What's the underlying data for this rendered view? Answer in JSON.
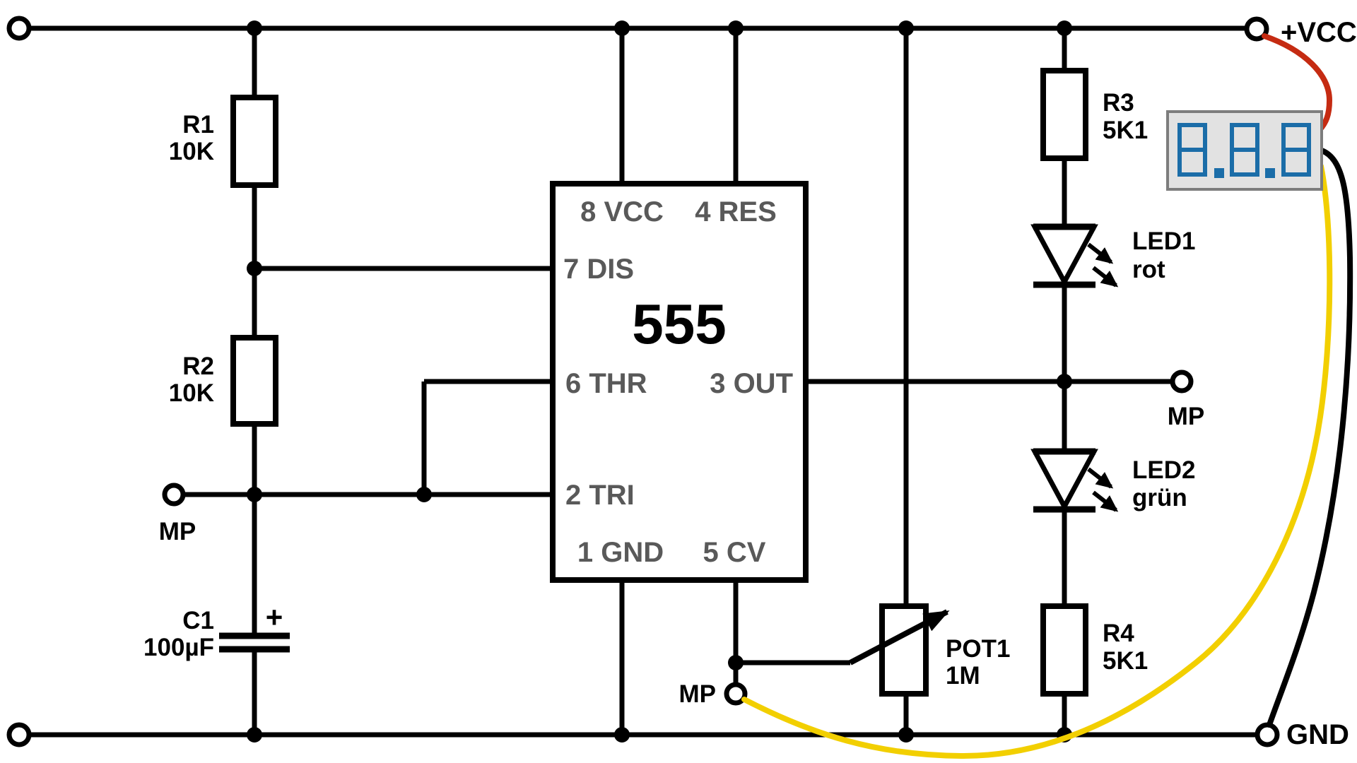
{
  "circuit": {
    "description": "555 timer blinker schematic",
    "power": {
      "vcc_label": "+VCC",
      "gnd_label": "GND"
    },
    "test_points": {
      "left_label": "MP",
      "bottom_label": "MP",
      "right_label": "MP"
    },
    "ic": {
      "title": "555",
      "pins": {
        "p8": "8 VCC",
        "p4": "4 RES",
        "p7": "7 DIS",
        "p6": "6 THR",
        "p3": "3 OUT",
        "p2": "2 TRI",
        "p1": "1 GND",
        "p5": "5 CV"
      }
    },
    "components": {
      "r1": {
        "ref": "R1",
        "value": "10K"
      },
      "r2": {
        "ref": "R2",
        "value": "10K"
      },
      "r3": {
        "ref": "R3",
        "value": "5K1"
      },
      "r4": {
        "ref": "R4",
        "value": "5K1"
      },
      "c1": {
        "ref": "C1",
        "value": "100µF",
        "polarity": "+"
      },
      "pot1": {
        "ref": "POT1",
        "value": "1M"
      },
      "led1": {
        "ref": "LED1",
        "color_label": "rot"
      },
      "led2": {
        "ref": "LED2",
        "color_label": "grün"
      },
      "display": {
        "value": "8.8.8"
      }
    },
    "colors": {
      "wire_black": "#000000",
      "wire_red": "#c52b12",
      "wire_yellow": "#f2cf00",
      "digit_blue": "#1b6da8",
      "display_bg": "#e2e2e2",
      "display_border": "#7d7d7d",
      "pin_text": "#595959"
    }
  }
}
